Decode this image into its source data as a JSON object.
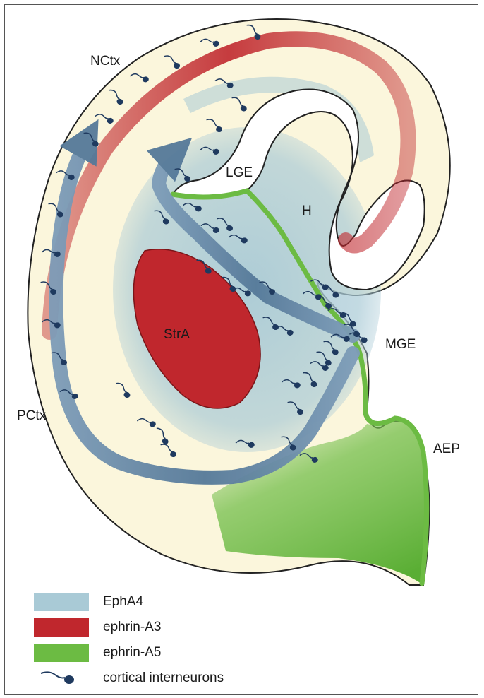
{
  "labels": {
    "nctx": "NCtx",
    "lge": "LGE",
    "h": "H",
    "stra": "StrA",
    "mge": "MGE",
    "pctx": "PCtx",
    "aep": "AEP"
  },
  "legend": [
    {
      "label": "EphA4",
      "color": "#a9cad6"
    },
    {
      "label": "ephrin-A3",
      "color": "#c0272d"
    },
    {
      "label": "ephrin-A5",
      "color": "#6cbb43"
    },
    {
      "label": "cortical interneurons",
      "color": "#1f3a5f",
      "icon": "interneuron-icon"
    }
  ],
  "colors": {
    "tissue": "#fbf6dc",
    "epha4": "#a9cad6",
    "ephrin_a3": "#c0272d",
    "ephrin_a5": "#6cbb43",
    "arrow": "#5b7e9e",
    "cell": "#1f3a5f",
    "outline": "#222222"
  }
}
